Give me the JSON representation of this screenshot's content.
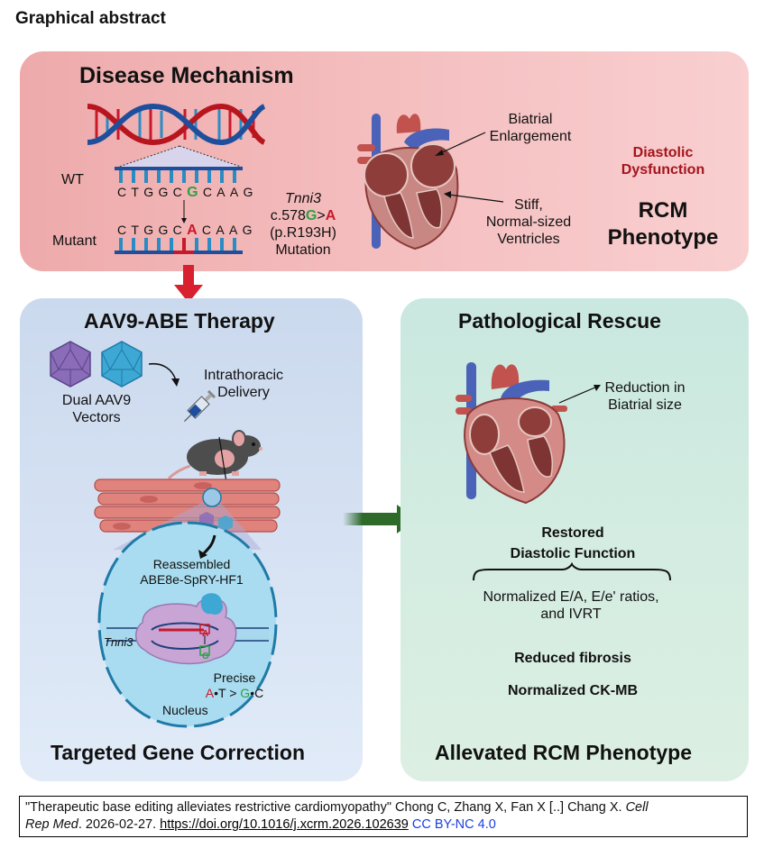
{
  "header": {
    "title": "Graphical abstract"
  },
  "disease_panel": {
    "title": "Disease Mechanism",
    "wt_label": "WT",
    "mutant_label": "Mutant",
    "wt_sequence": {
      "before": "CTGGC",
      "highlight": "G",
      "after": "CAAG"
    },
    "mutant_sequence": {
      "before": "CTGGC",
      "highlight": "A",
      "after": "CAAG"
    },
    "mutation": {
      "gene": "Tnni3",
      "prefix": "c.578",
      "ref": "G",
      "sep": ">",
      "alt": "A",
      "protein": "(p.R193H)",
      "label": "Mutation"
    },
    "heart_labels": {
      "biatrial": [
        "Biatrial",
        "Enlargement"
      ],
      "ventricles": [
        "Stiff,",
        "Normal-sized",
        "Ventricles"
      ]
    },
    "diastolic": [
      "Diastolic",
      "Dysfunction"
    ],
    "phenotype": [
      "RCM",
      "Phenotype"
    ],
    "colors": {
      "mutation_red": "#c8192a",
      "wild_green": "#2aa243",
      "diastolic_red": "#a5141d"
    }
  },
  "therapy_panel": {
    "title": "AAV9-ABE Therapy",
    "vectors_label": [
      "Dual AAV9",
      "Vectors"
    ],
    "delivery_label": [
      "Intrathoracic",
      "Delivery"
    ],
    "editor_label": [
      "Reassembled",
      "ABE8e-SpRY-HF1"
    ],
    "gene_label": "Tnni3",
    "base_a": "A",
    "base_g": "G",
    "precise_label": "Precise",
    "conversion": {
      "a": "A",
      "t": "•T > ",
      "g": "G",
      "c": "•C"
    },
    "nucleus_label": "Nucleus",
    "footer": "Targeted Gene Correction"
  },
  "rescue_panel": {
    "title": "Pathological Rescue",
    "reduction_label": [
      "Reduction in",
      "Biatrial size"
    ],
    "restored": [
      "Restored",
      "Diastolic Function"
    ],
    "normalized_ratios": [
      "Normalized E/A, E/e' ratios,",
      "and IVRT"
    ],
    "fibrosis": "Reduced fibrosis",
    "ckmb": "Normalized CK-MB",
    "footer": "Allevated RCM Phenotype"
  },
  "citation": {
    "title": "\"Therapeutic base editing alleviates restrictive cardiomyopathy\"",
    "authors": " Chong C, Zhang X, Fan X [..] Chang X. ",
    "journal_line1": "Cell",
    "journal_line2": "Rep Med",
    "date": ". 2026-02-27. ",
    "doi": "https://doi.org/10.1016/j.xcrm.2026.102639",
    "license": "CC BY-NC 4.0"
  }
}
